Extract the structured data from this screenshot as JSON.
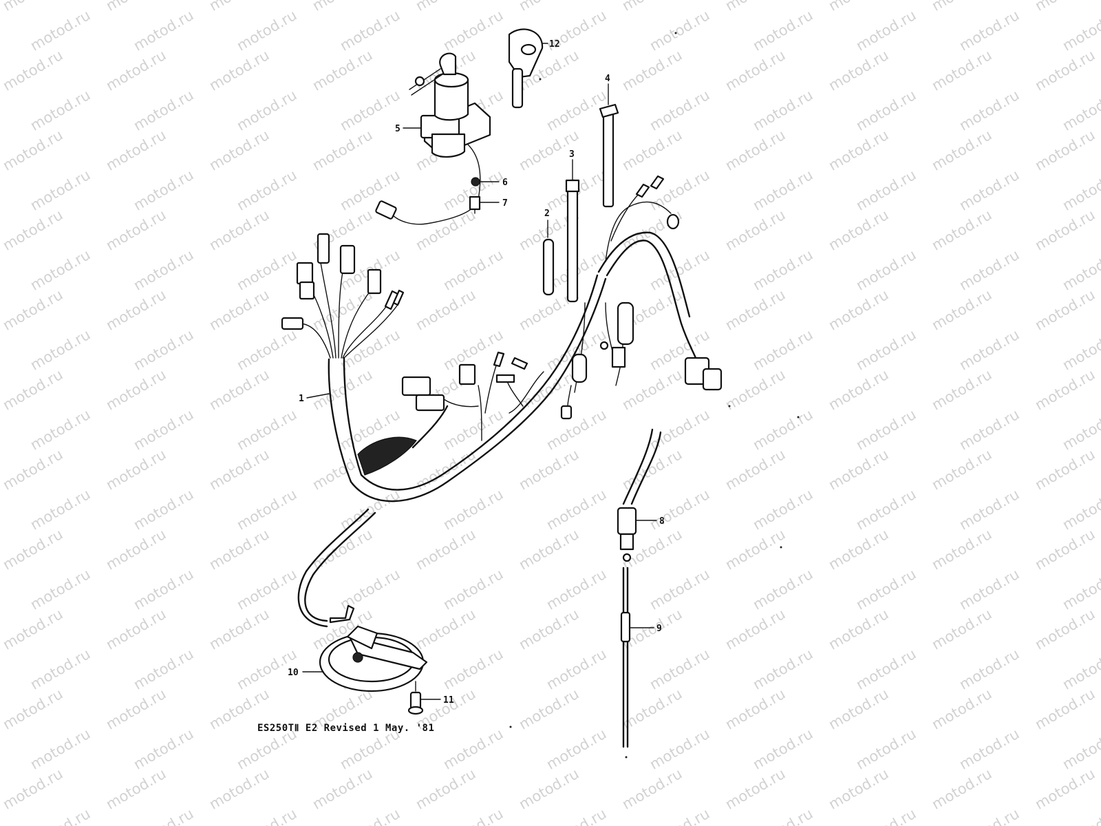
{
  "watermark": {
    "text": "motod.ru"
  },
  "callouts": [
    {
      "id": "1",
      "label": "1"
    },
    {
      "id": "2",
      "label": "2"
    },
    {
      "id": "3",
      "label": "3"
    },
    {
      "id": "4",
      "label": "4"
    },
    {
      "id": "5",
      "label": "5"
    },
    {
      "id": "6",
      "label": "6"
    },
    {
      "id": "7",
      "label": "7"
    },
    {
      "id": "8",
      "label": "8"
    },
    {
      "id": "9",
      "label": "9"
    },
    {
      "id": "10",
      "label": "10"
    },
    {
      "id": "11",
      "label": "11"
    },
    {
      "id": "12",
      "label": "12"
    }
  ],
  "caption": {
    "text": "ES250TⅡ E2  Revised 1 May. '81"
  }
}
